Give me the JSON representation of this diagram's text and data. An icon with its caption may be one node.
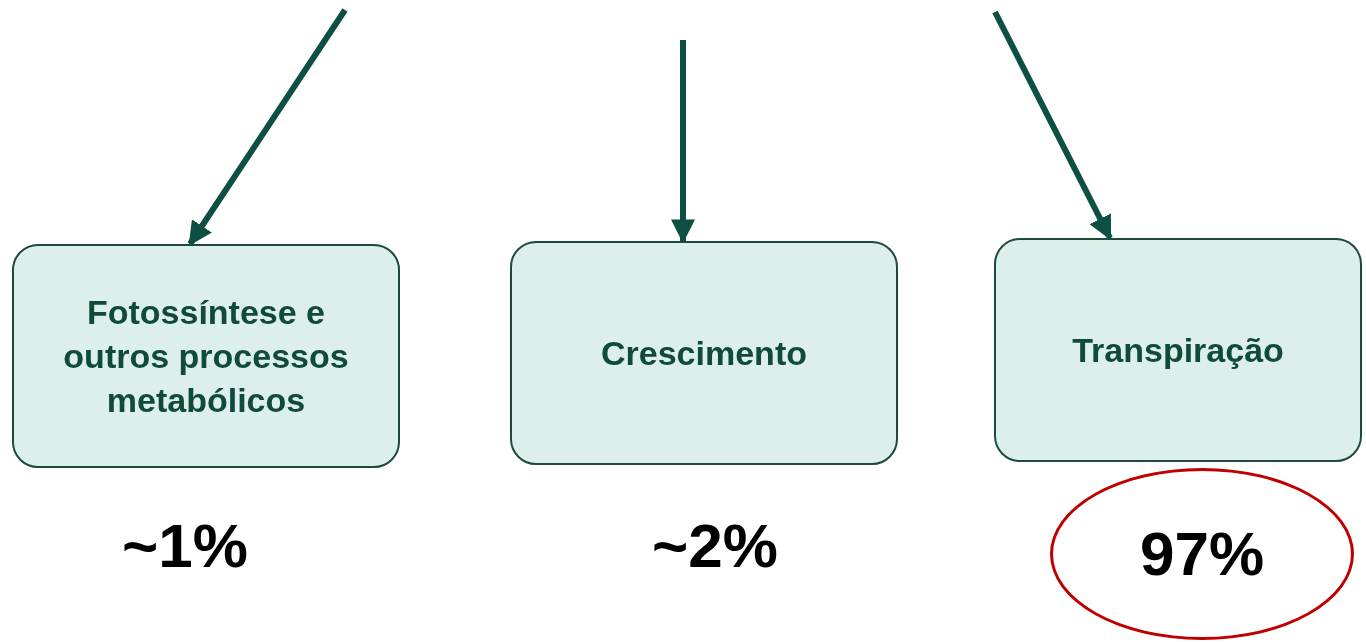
{
  "diagram": {
    "nodes": [
      {
        "text": [
          "Fotossíntese e outros processos metabólicos"
        ],
        "beside": [
          "~1%"
        ]
      },
      {
        "text": [
          "Crescimento"
        ],
        "beside": [
          "~2%"
        ]
      },
      {
        "text": [
          "Transpiração"
        ]
      },
      {
        "text": [
          "97%"
        ]
      }
    ],
    "edges": [
      {
        "from": null,
        "to": 0,
        "arrow": "to"
      },
      {
        "from": null,
        "to": 1,
        "arrow": "to"
      },
      {
        "from": null,
        "to": 2,
        "arrow": "to"
      }
    ]
  }
}
